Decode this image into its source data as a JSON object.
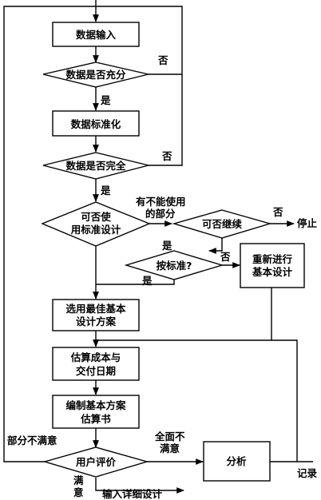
{
  "boxes": {
    "data_input": "数据输入",
    "data_standardize": "数据标准化",
    "select_best_line1": "选用最佳基本",
    "select_best_line2": "设计方案",
    "redesign_line1": "重新进行",
    "redesign_line2": "基本设计",
    "estimate_line1": "估算成本与",
    "estimate_line2": "交付日期",
    "prepare_line1": "编制基本方案",
    "prepare_line2": "估算书",
    "analysis": "分析"
  },
  "decisions": {
    "data_sufficient": "数据是否充分",
    "data_complete": "数据是否完全",
    "use_standard_line1": "可否使",
    "use_standard_line2": "用标准设计",
    "can_continue": "可否继续",
    "by_standard": "按标准?",
    "user_evaluation": "用户评价"
  },
  "labels": {
    "no_1": "否",
    "yes_1": "是",
    "no_2": "否",
    "yes_2": "是",
    "partial_unusable_line1": "有不能使用",
    "partial_unusable_line2": "的部分",
    "no_3": "否",
    "stop": "停止",
    "yes_3": "是",
    "no_4": "否",
    "yes_4": "是",
    "partly_unsatisfied": "部分不满意",
    "fully_unsatisfied_line1": "全面不",
    "fully_unsatisfied_line2": "满意",
    "record": "记录",
    "satisfied_line1": "满",
    "satisfied_line2": "意",
    "input_detailed_design": "输入详细设计"
  }
}
